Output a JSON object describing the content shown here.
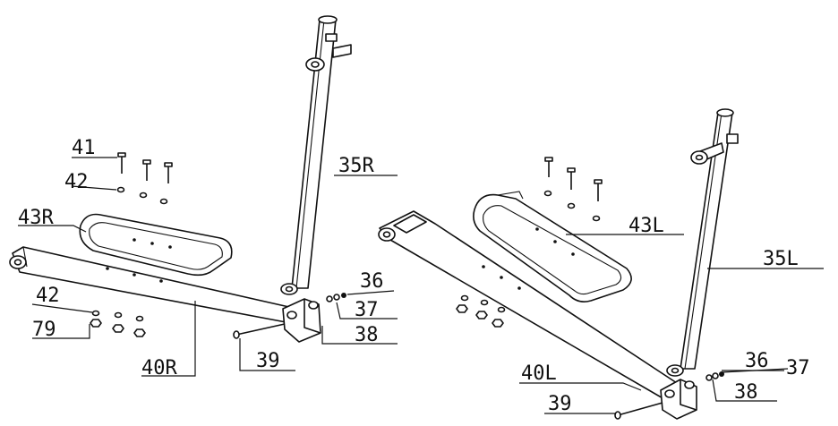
{
  "callouts": {
    "c41": "41",
    "c42a": "42",
    "c43r": "43R",
    "c35r": "35R",
    "c36a": "36",
    "c37a": "37",
    "c38a": "38",
    "c42b": "42",
    "c79": "79",
    "c40r": "40R",
    "c39a": "39",
    "c43l": "43L",
    "c35l": "35L",
    "c40l": "40L",
    "c39b": "39",
    "c36b": "36",
    "c37b": "37",
    "c38b": "38"
  }
}
